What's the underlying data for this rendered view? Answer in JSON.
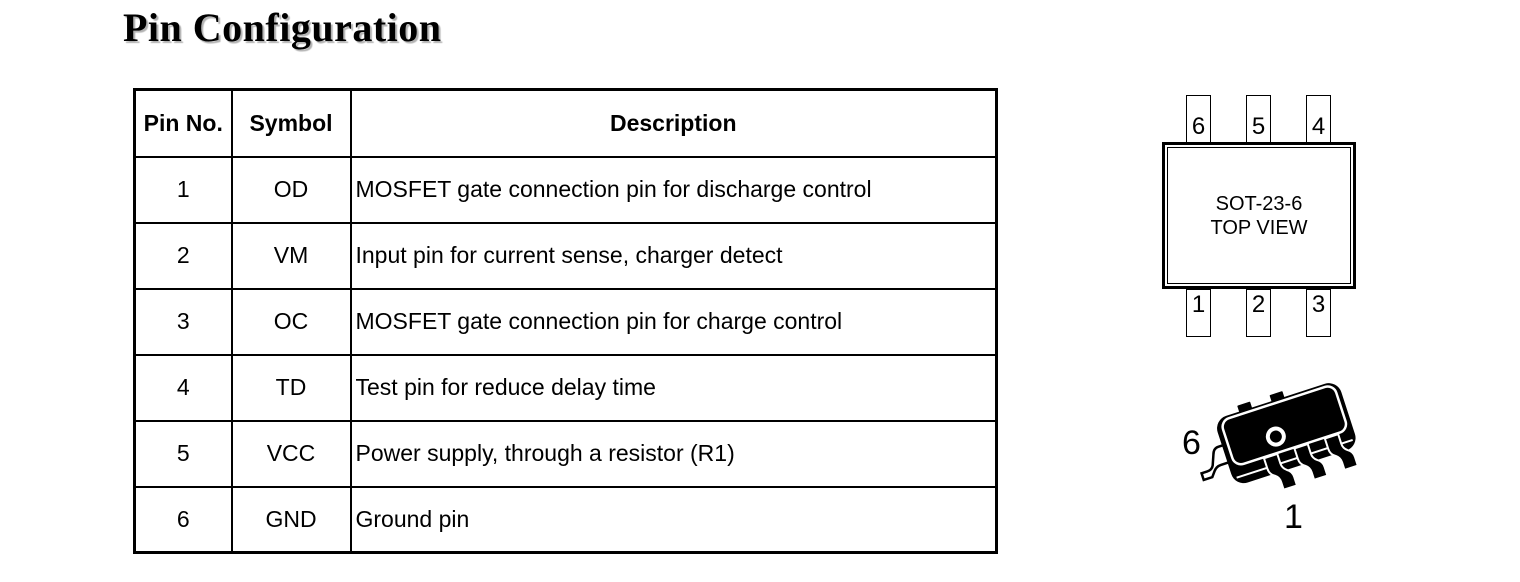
{
  "page": {
    "title": "Pin Configuration"
  },
  "pin_table": {
    "headers": {
      "pin_no": "Pin No.",
      "symbol": "Symbol",
      "description": "Description"
    },
    "rows": [
      {
        "pin_no": "1",
        "symbol": "OD",
        "description": "MOSFET gate connection pin for discharge control"
      },
      {
        "pin_no": "2",
        "symbol": "VM",
        "description": "Input pin for current sense, charger detect"
      },
      {
        "pin_no": "3",
        "symbol": "OC",
        "description": "MOSFET gate connection pin for charge control"
      },
      {
        "pin_no": "4",
        "symbol": "TD",
        "description": "Test pin for reduce delay time"
      },
      {
        "pin_no": "5",
        "symbol": "VCC",
        "description": "Power supply, through a resistor (R1)"
      },
      {
        "pin_no": "6",
        "symbol": "GND",
        "description": "Ground pin"
      }
    ]
  },
  "top_view": {
    "package_name": "SOT-23-6",
    "view_label": "TOP VIEW",
    "top_pins": [
      "6",
      "5",
      "4"
    ],
    "bottom_pins": [
      "1",
      "2",
      "3"
    ]
  },
  "iso_view": {
    "pin6_label": "6",
    "pin1_label": "1"
  },
  "colors": {
    "ink": "#000000",
    "paper": "#ffffff"
  }
}
